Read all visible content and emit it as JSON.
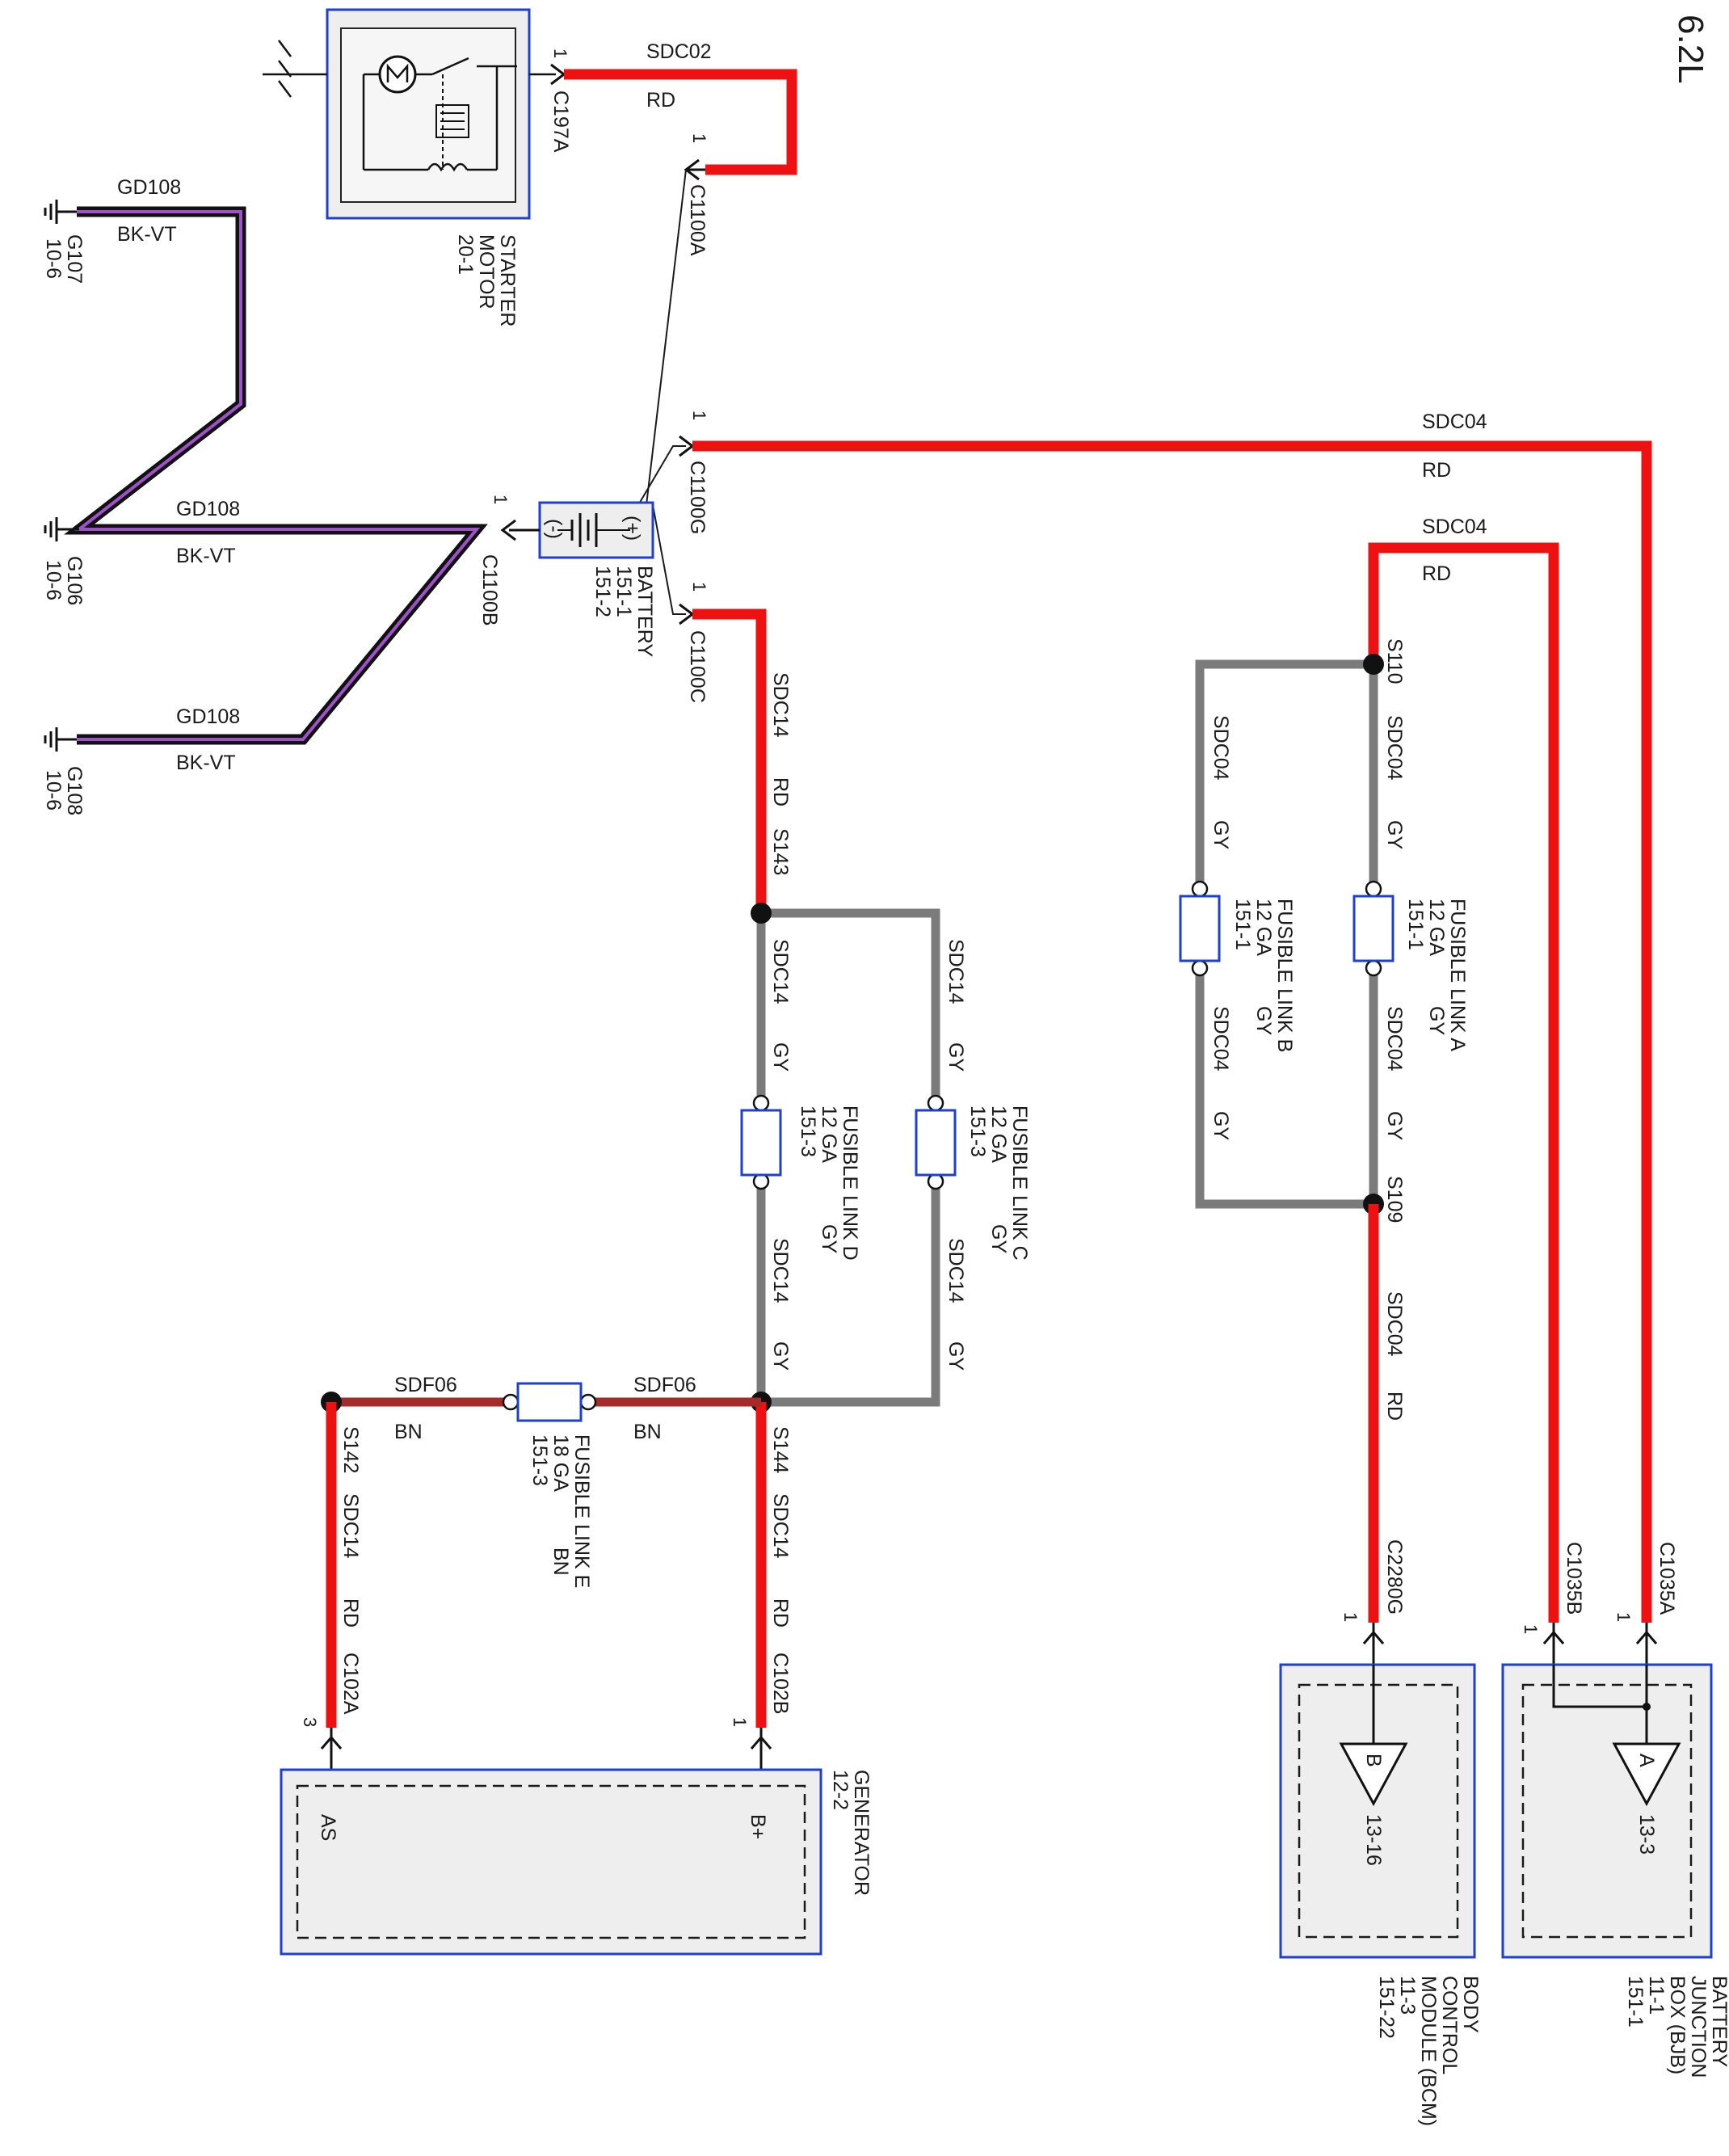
{
  "engine_label": "6.2L",
  "starter": {
    "name_line1": "STARTER",
    "name_line2": "MOTOR",
    "ref": "20-1"
  },
  "battery": {
    "name": "BATTERY",
    "ref1": "151-1",
    "ref2": "151-2",
    "plus": "(+)",
    "minus": "(-)"
  },
  "generator": {
    "name": "GENERATOR",
    "ref": "12-2",
    "pin_b": "B+",
    "pin_as": "AS"
  },
  "bjb": {
    "line1": "BATTERY",
    "line2": "JUNCTION",
    "line3": "BOX (BJB)",
    "ref1": "11-1",
    "ref2": "151-1",
    "sub_a": "A",
    "sub_a_ref": "13-3"
  },
  "bcm": {
    "line1": "BODY",
    "line2": "CONTROL",
    "line3": "MODULE (BCM)",
    "ref1": "11-3",
    "ref2": "151-22",
    "sub_b": "B",
    "sub_b_ref": "13-16"
  },
  "grounds": {
    "g107": {
      "name": "G107",
      "ref": "10-6"
    },
    "g106": {
      "name": "G106",
      "ref": "10-6"
    },
    "g108": {
      "name": "G108",
      "ref": "10-6"
    }
  },
  "connectors": {
    "c197a": "C197A",
    "c1100a": "C1100A",
    "c1100g": "C1100G",
    "c1100b": "C1100B",
    "c1100c": "C1100C",
    "c102a": "C102A",
    "c102b": "C102B",
    "c1035a": "C1035A",
    "c1035b": "C1035B",
    "c2280g": "C2280G",
    "pin1": "1",
    "pin3": "3"
  },
  "splices": {
    "s110": "S110",
    "s109": "S109",
    "s143": "S143",
    "s144": "S144",
    "s142": "S142"
  },
  "circuits": {
    "sdc02": "SDC02",
    "sdc04": "SDC04",
    "sdc14": "SDC14",
    "sdf06": "SDF06",
    "gd108": "GD108",
    "rd": "RD",
    "gy": "GY",
    "bn": "BN",
    "bkvt": "BK-VT"
  },
  "fuses": {
    "a": {
      "name": "FUSIBLE LINK A",
      "ga": "12 GA",
      "color": "GY",
      "ref": "151-1"
    },
    "b": {
      "name": "FUSIBLE LINK B",
      "ga": "12 GA",
      "color": "GY",
      "ref": "151-1"
    },
    "c": {
      "name": "FUSIBLE LINK C",
      "ga": "12 GA",
      "color": "GY",
      "ref": "151-3"
    },
    "d": {
      "name": "FUSIBLE LINK D",
      "ga": "12 GA",
      "color": "GY",
      "ref": "151-3"
    },
    "e": {
      "name": "FUSIBLE LINK E",
      "ga": "18 GA",
      "color": "BN",
      "ref": "151-3"
    }
  },
  "colors": {
    "red_wire": "#ee1111",
    "gray_wire": "#7b7b7b",
    "brown_wire": "#a52a2a",
    "ground_wire": "#a050c8",
    "component_border": "#1f3fcf"
  }
}
